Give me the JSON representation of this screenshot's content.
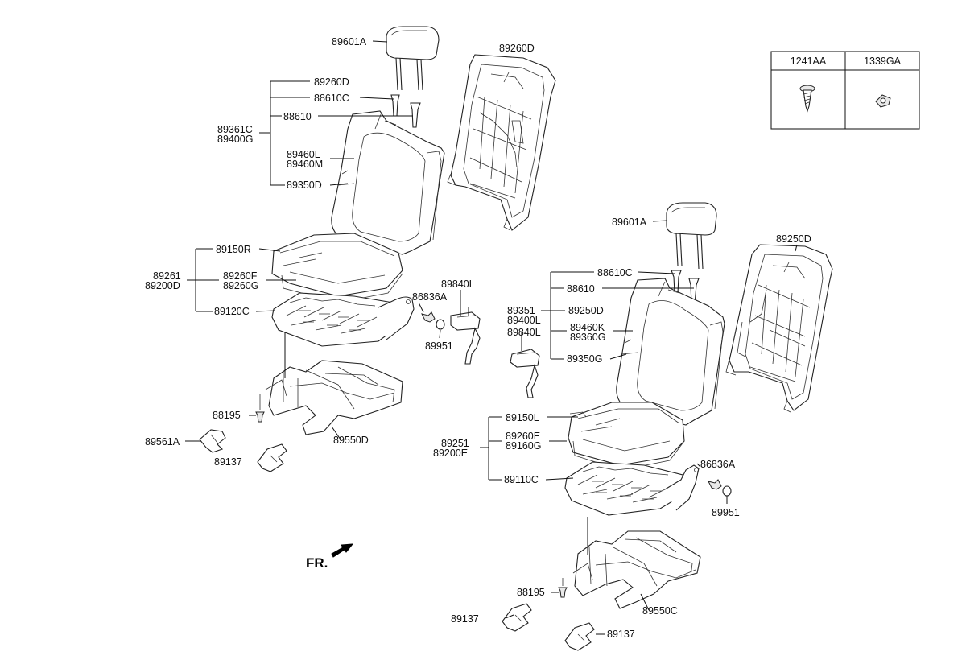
{
  "fr_label": "FR.",
  "legend": [
    {
      "code": "1241AA",
      "icon": "screw-icon"
    },
    {
      "code": "1339GA",
      "icon": "clip-nut-icon"
    }
  ],
  "labels": [
    {
      "id": "l1",
      "text": "89601A"
    },
    {
      "id": "l2",
      "text": "89260D"
    },
    {
      "id": "l3",
      "text": "89260D"
    },
    {
      "id": "l4",
      "text": "88610C"
    },
    {
      "id": "l5",
      "text": "88610"
    },
    {
      "id": "l6",
      "text": "89361C"
    },
    {
      "id": "l7",
      "text": "89400G"
    },
    {
      "id": "l8",
      "text": "89460L"
    },
    {
      "id": "l9",
      "text": "89460M"
    },
    {
      "id": "l10",
      "text": "89350D"
    },
    {
      "id": "l11",
      "text": "89150R"
    },
    {
      "id": "l12",
      "text": "89261"
    },
    {
      "id": "l13",
      "text": "89200D"
    },
    {
      "id": "l14",
      "text": "89260F"
    },
    {
      "id": "l15",
      "text": "89260G"
    },
    {
      "id": "l16",
      "text": "89120C"
    },
    {
      "id": "l17",
      "text": "86836A"
    },
    {
      "id": "l18",
      "text": "89840L"
    },
    {
      "id": "l19",
      "text": "89951"
    },
    {
      "id": "l20",
      "text": "88195"
    },
    {
      "id": "l21",
      "text": "89561A"
    },
    {
      "id": "l22",
      "text": "89550D"
    },
    {
      "id": "l23",
      "text": "89137"
    },
    {
      "id": "l24",
      "text": "89601A"
    },
    {
      "id": "l25",
      "text": "89250D"
    },
    {
      "id": "l26",
      "text": "88610C"
    },
    {
      "id": "l27",
      "text": "88610"
    },
    {
      "id": "l28",
      "text": "89351"
    },
    {
      "id": "l29",
      "text": "89400L"
    },
    {
      "id": "l30",
      "text": "89250D"
    },
    {
      "id": "l31",
      "text": "89840L"
    },
    {
      "id": "l32",
      "text": "89460K"
    },
    {
      "id": "l33",
      "text": "89360G"
    },
    {
      "id": "l34",
      "text": "89350G"
    },
    {
      "id": "l35",
      "text": "89150L"
    },
    {
      "id": "l36",
      "text": "89251"
    },
    {
      "id": "l37",
      "text": "89200E"
    },
    {
      "id": "l38",
      "text": "89260E"
    },
    {
      "id": "l39",
      "text": "89160G"
    },
    {
      "id": "l40",
      "text": "86836A"
    },
    {
      "id": "l41",
      "text": "89110C"
    },
    {
      "id": "l42",
      "text": "89951"
    },
    {
      "id": "l43",
      "text": "88195"
    },
    {
      "id": "l44",
      "text": "89550C"
    },
    {
      "id": "l45",
      "text": "89137"
    },
    {
      "id": "l46",
      "text": "89137"
    }
  ]
}
